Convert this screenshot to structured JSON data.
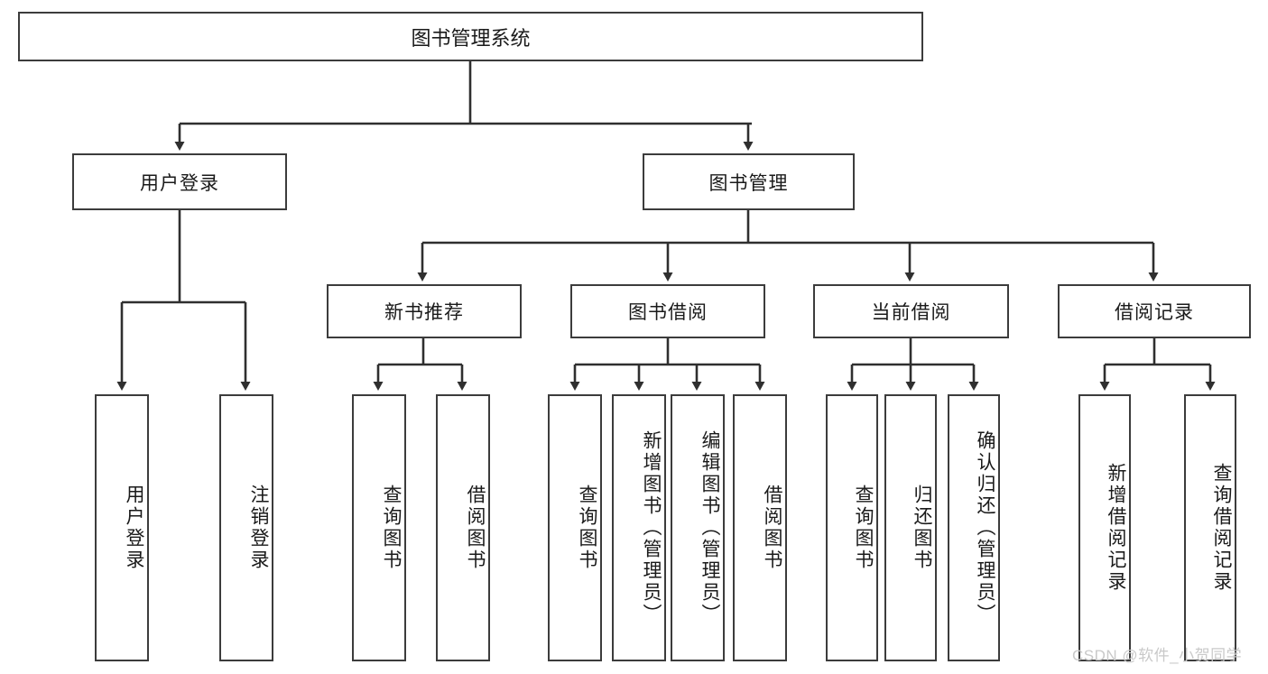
{
  "diagram": {
    "type": "tree-hierarchy",
    "title": "图书管理系统",
    "root": {
      "id": "root",
      "label": "图书管理系统"
    },
    "level2": [
      {
        "id": "user-login",
        "label": "用户登录"
      },
      {
        "id": "book-management",
        "label": "图书管理"
      }
    ],
    "level3": [
      {
        "id": "new-book-recommend",
        "label": "新书推荐",
        "parent": "book-management"
      },
      {
        "id": "book-borrow",
        "label": "图书借阅",
        "parent": "book-management"
      },
      {
        "id": "current-borrow",
        "label": "当前借阅",
        "parent": "book-management"
      },
      {
        "id": "borrow-record",
        "label": "借阅记录",
        "parent": "book-management"
      }
    ],
    "leaves": [
      {
        "id": "leaf-user-login",
        "label": "用户登录",
        "parent": "user-login"
      },
      {
        "id": "leaf-logout-login",
        "label": "注销登录",
        "parent": "user-login"
      },
      {
        "id": "leaf-query-book-1",
        "label": "查询图书",
        "parent": "new-book-recommend"
      },
      {
        "id": "leaf-borrow-book-1",
        "label": "借阅图书",
        "parent": "new-book-recommend"
      },
      {
        "id": "leaf-query-book-2",
        "label": "查询图书",
        "parent": "book-borrow"
      },
      {
        "id": "leaf-add-book",
        "label": "新增图书（管理员）",
        "parent": "book-borrow"
      },
      {
        "id": "leaf-edit-book",
        "label": "编辑图书（管理员）",
        "parent": "book-borrow"
      },
      {
        "id": "leaf-borrow-book-2",
        "label": "借阅图书",
        "parent": "book-borrow"
      },
      {
        "id": "leaf-query-book-3",
        "label": "查询图书",
        "parent": "current-borrow"
      },
      {
        "id": "leaf-return-book",
        "label": "归还图书",
        "parent": "current-borrow"
      },
      {
        "id": "leaf-confirm-return",
        "label": "确认归还（管理员）",
        "parent": "current-borrow"
      },
      {
        "id": "leaf-add-record",
        "label": "新增借阅记录",
        "parent": "borrow-record"
      },
      {
        "id": "leaf-query-record",
        "label": "查询借阅记录",
        "parent": "borrow-record"
      }
    ],
    "colors": {
      "border": "#3c3c3c",
      "fill": "#ffffff",
      "text": "#1a1a1a",
      "watermark": "#c9c9c9"
    }
  },
  "watermark": {
    "text": "CSDN @软件_小贺同学"
  }
}
